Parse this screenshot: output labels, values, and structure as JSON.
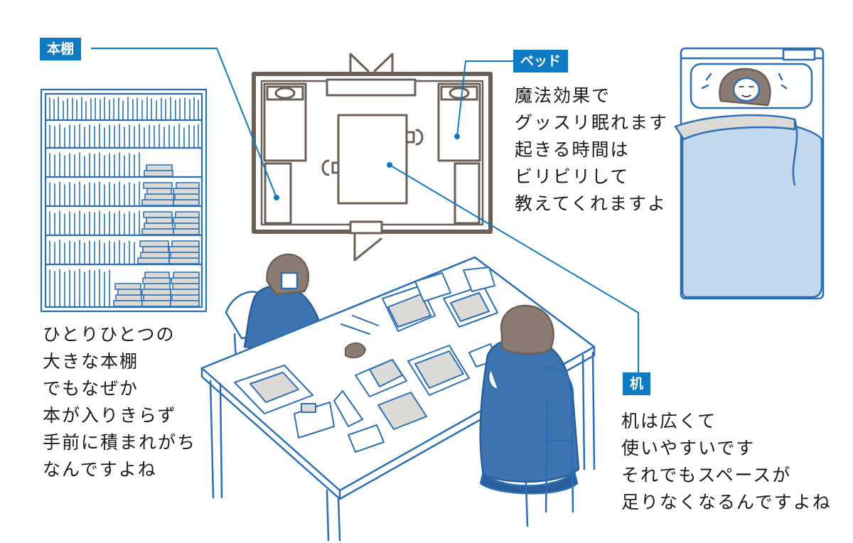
{
  "labels": {
    "bookshelf": "本棚",
    "bed": "ベッド",
    "desk": "机"
  },
  "captions": {
    "bed": [
      "魔法効果で",
      "グッスリ眠れます",
      "起きる時間は",
      "ビリビリして",
      "教えてくれますよ"
    ],
    "bookshelf": [
      "ひとりひとつの",
      "大きな本棚",
      "でもなぜか",
      "本が入りきらず",
      "手前に積まれがち",
      "なんですよね"
    ],
    "desk": [
      "机は広くて",
      "使いやすいです",
      "それでもスペースが",
      "足りなくなるんですよね"
    ]
  },
  "colors": {
    "accent": "#0f7bc4",
    "line_blue": "#2a6fb6",
    "fill_blue": "#c3d8ef",
    "fill_gray": "#dcdad6",
    "floorplan_brown": "#6b5f58",
    "hair": "#8b7b72",
    "text": "#1a1a1a"
  }
}
